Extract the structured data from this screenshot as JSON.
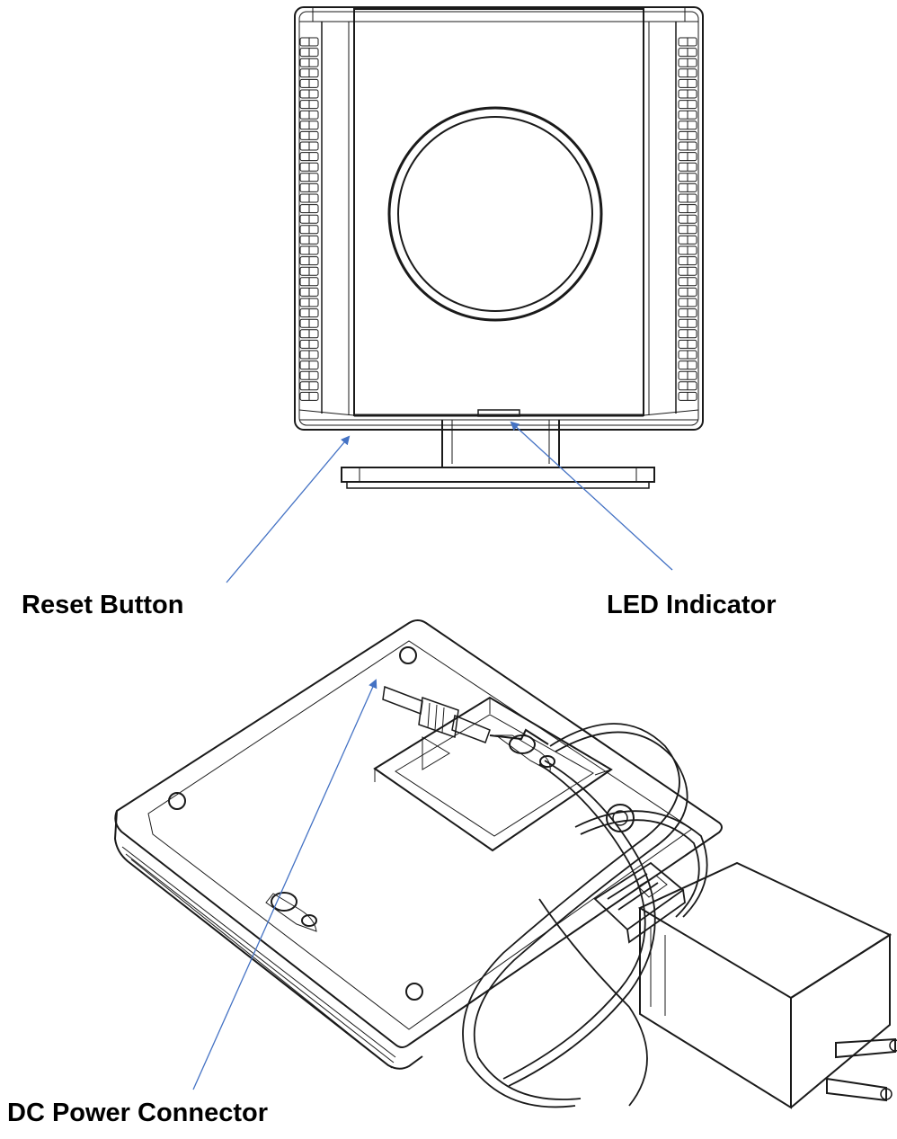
{
  "labels": {
    "reset_button": "Reset Button",
    "led_indicator": "LED Indicator",
    "dc_power_connector": "DC Power Connector"
  },
  "colors": {
    "callout_line": "#4472c4",
    "drawing_stroke": "#1a1a1a",
    "background": "#ffffff"
  }
}
